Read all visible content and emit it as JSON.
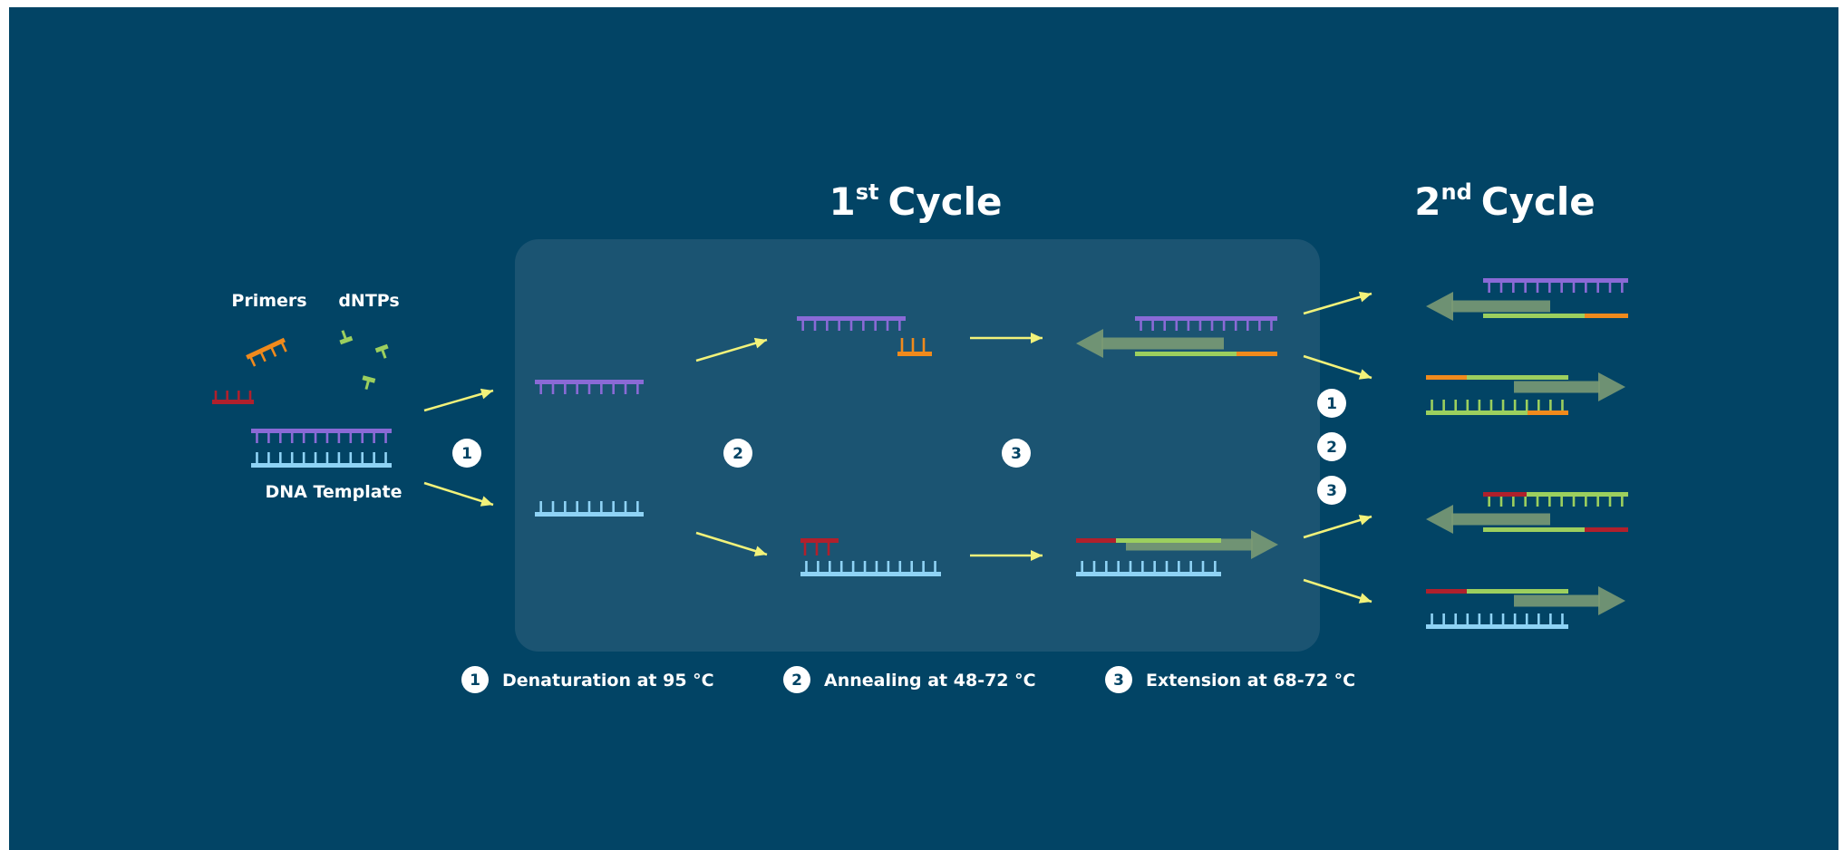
{
  "title_1": {
    "num": "1",
    "sup": "st",
    "word": "Cycle"
  },
  "title_2": {
    "num": "2",
    "sup": "nd",
    "word": "Cycle"
  },
  "labels": {
    "primers": "Primers",
    "dntps": "dNTPs",
    "template": "DNA Template"
  },
  "step_numbers": [
    "1",
    "2",
    "3"
  ],
  "legend": [
    {
      "num": "1",
      "text": "Denaturation at 95 °C"
    },
    {
      "num": "2",
      "text": "Annealing at 48-72 °C"
    },
    {
      "num": "3",
      "text": "Extension at 68-72 °C"
    }
  ],
  "colors": {
    "background": "#024465",
    "panel": "#1b5472",
    "purple": "#8a6ad6",
    "light_blue": "#8fd3f5",
    "orange": "#f08a1c",
    "red": "#b0202c",
    "green": "#9ccf5e",
    "arrow_yellow": "#f2f27a",
    "green_arrow": "#7a9a74"
  },
  "icons": [
    "arrow-right-icon",
    "arrow-left-icon",
    "number-badge-icon"
  ]
}
